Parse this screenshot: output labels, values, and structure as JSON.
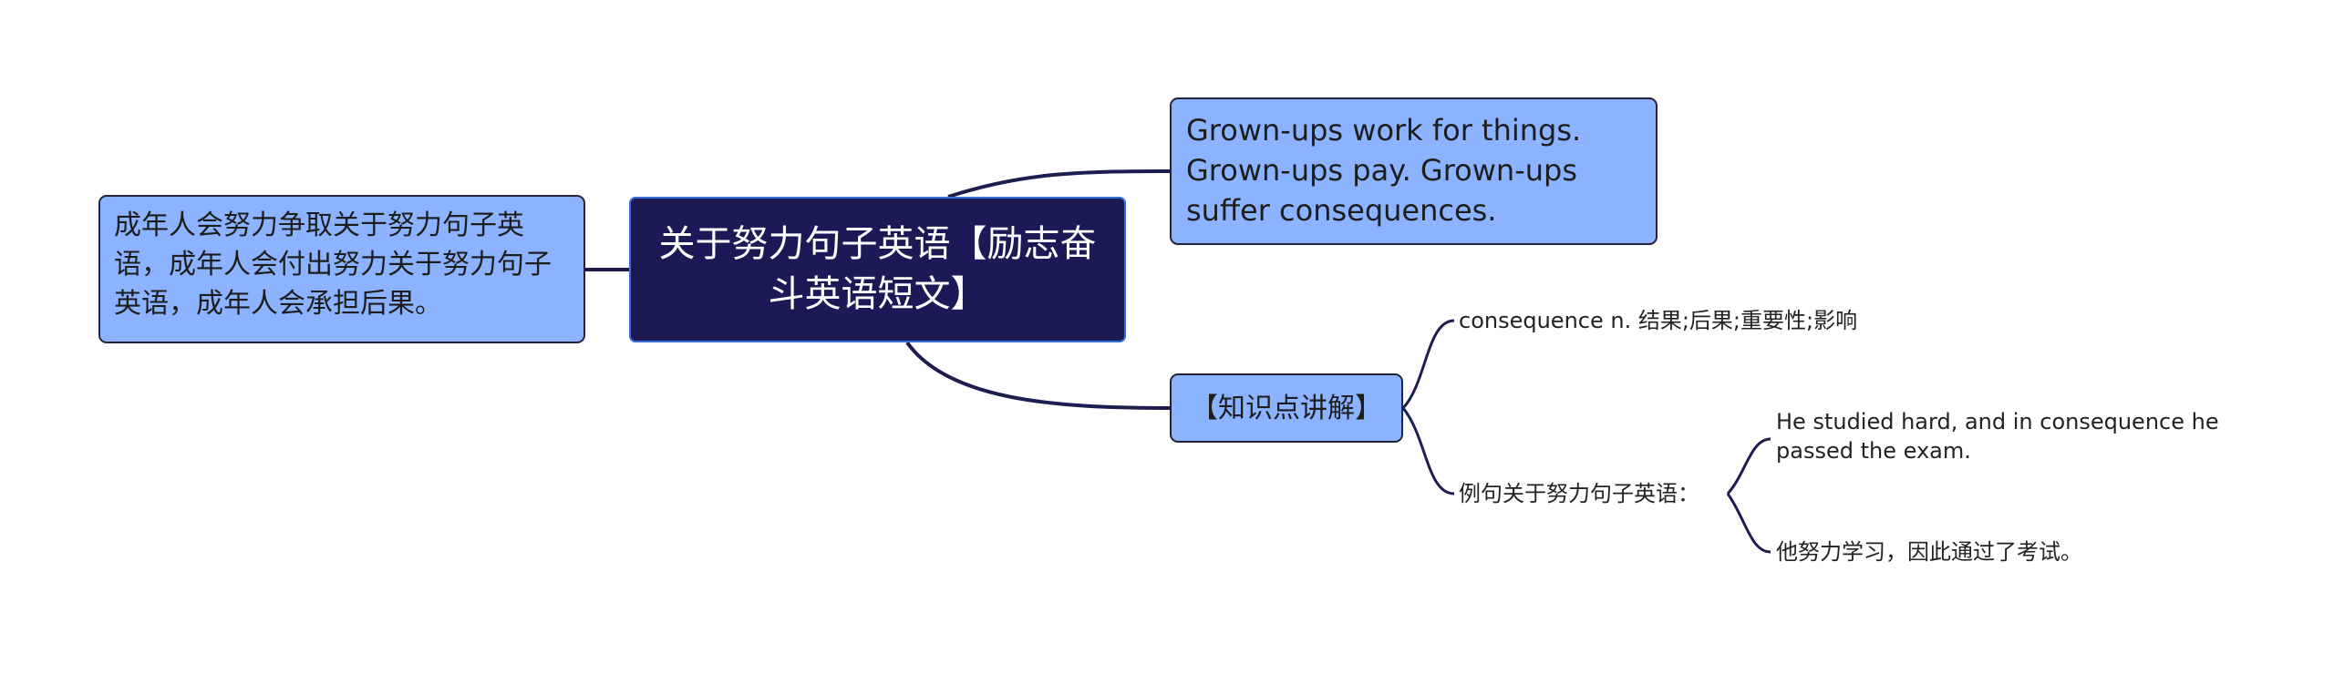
{
  "mindmap": {
    "root": {
      "label": "关于努力句子英语【励志奋斗英语短文】"
    },
    "left_branch": {
      "text": "成年人会努力争取关于努力句子英语，成年人会付出努力关于努力句子英语，成年人会承担后果。"
    },
    "right_top": {
      "text": "Grown-ups work for things. Grown-ups pay. Grown-ups suffer consequences."
    },
    "knowledge": {
      "label": "【知识点讲解】",
      "definition": "consequence n. 结果;后果;重要性;影响",
      "example_heading": "例句关于努力句子英语：",
      "example_en": "He studied hard, and in consequence he passed the exam.",
      "example_zh": "他努力学习，因此通过了考试。"
    }
  },
  "colors": {
    "root_fill": "#1b1a57",
    "root_border": "#3a6fd8",
    "node_fill": "#8cb3ff",
    "node_border": "#23233e",
    "line": "#1e1d4f"
  }
}
